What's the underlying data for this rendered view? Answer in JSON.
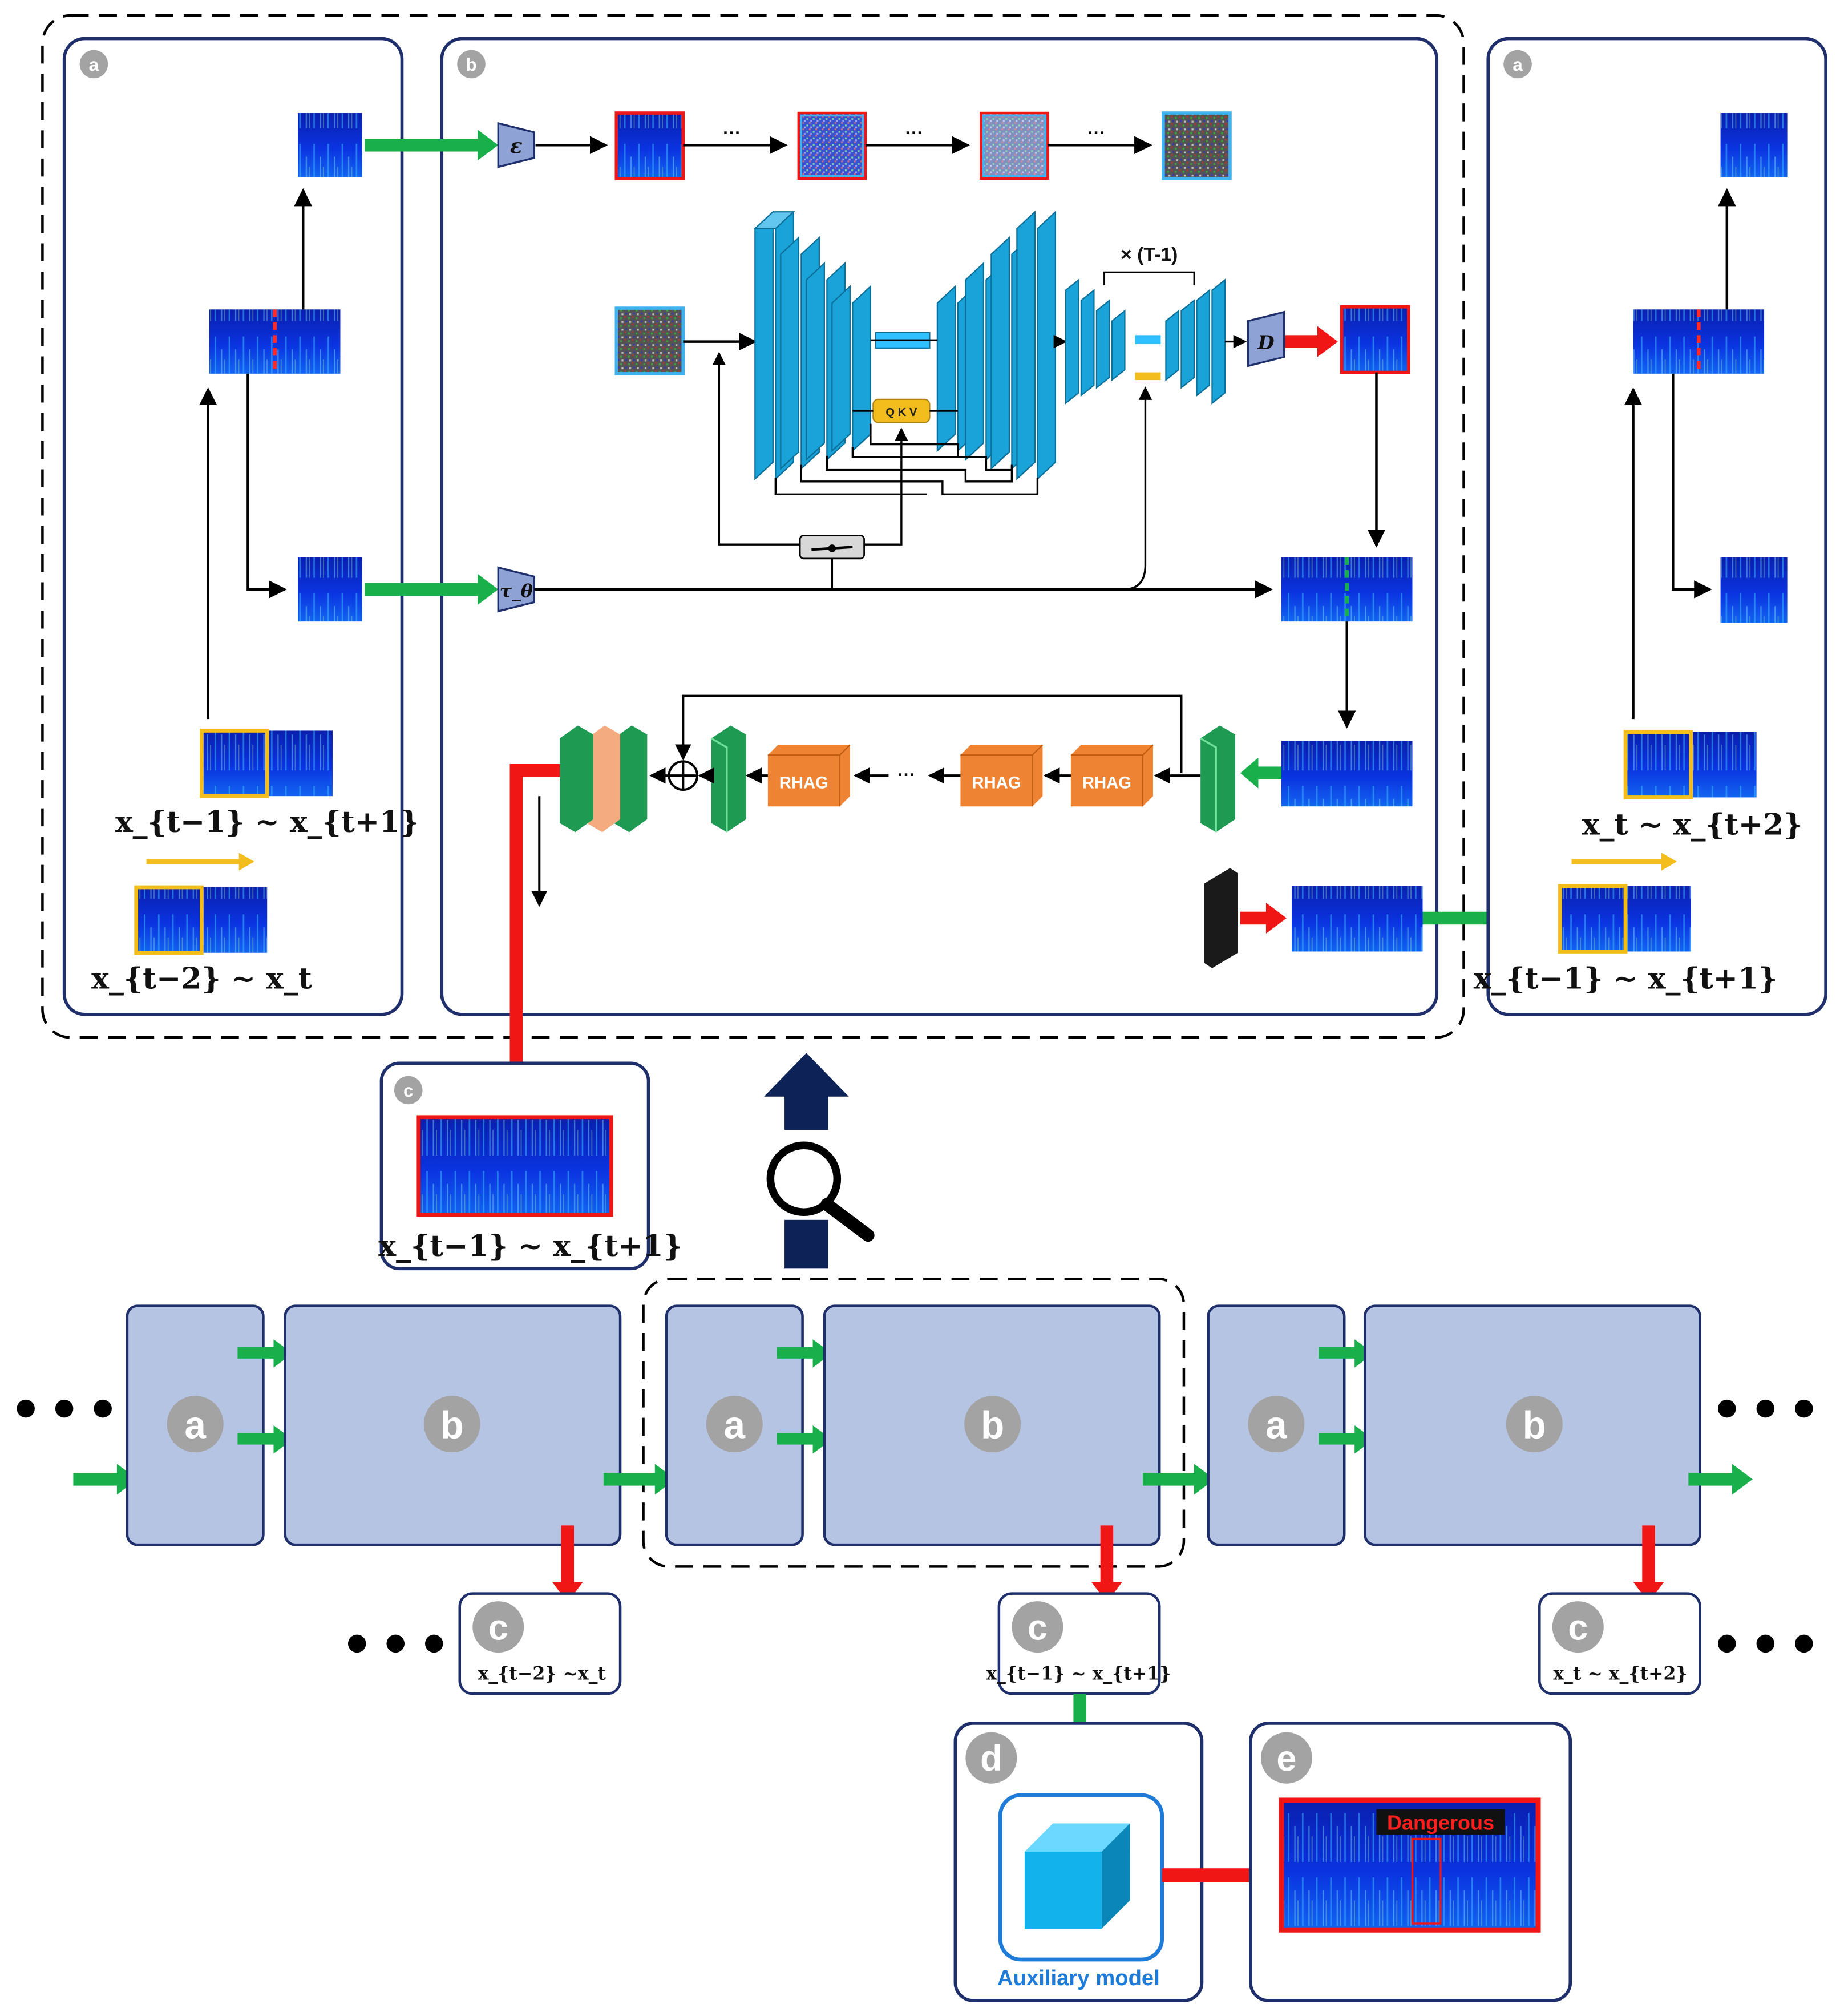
{
  "colors": {
    "panel_border": "#1f2f6b",
    "block_fill": "#b6c4e4",
    "badge_gray": "#a3a3a3",
    "arrow_green": "#19b04b",
    "arrow_red": "#f01616",
    "arrow_navy": "#0d2357",
    "unet_blue": "#1aa3d8",
    "rhag_orange": "#ee8433",
    "conv_green": "#1f9a52",
    "peach": "#f3ab7f",
    "attention_yellow": "#f2bd1d",
    "spectrogram_blue": "#0a2bd2"
  },
  "top": {
    "panel_a_left": {
      "badge": "a",
      "label_top": "x_{t−1} ~ x_{t+1}",
      "label_bottom": "x_{t−2} ~ x_t"
    },
    "panel_b": {
      "badge": "b",
      "encoder_symbol": "ε",
      "condition_symbol": "τ_θ",
      "decoder_symbol": "D",
      "repeat_label": "× (T-1)",
      "attention_label": "Q K V",
      "rhag_labels": [
        "RHAG",
        "RHAG",
        "RHAG"
      ],
      "ellipsis": "···"
    },
    "panel_a_right": {
      "badge": "a",
      "label_top": "x_t ~ x_{t+2}",
      "label_bottom": "x_{t−1} ~ x_{t+1}"
    }
  },
  "output_c": {
    "badge": "c",
    "label": "x_{t−1} ~ x_{t+1}"
  },
  "chain": {
    "groups": [
      {
        "a": "a",
        "b": "b",
        "c_badge": "c",
        "c_label": "x_{t−2} ~x_t"
      },
      {
        "a": "a",
        "b": "b",
        "c_badge": "c",
        "c_label": "x_{t−1} ~ x_{t+1}"
      },
      {
        "a": "a",
        "b": "b",
        "c_badge": "c",
        "c_label": "x_t ~ x_{t+2}"
      }
    ],
    "ellipsis": "●●●"
  },
  "panel_d": {
    "badge": "d",
    "title": "Auxiliary model"
  },
  "panel_e": {
    "badge": "e",
    "alert": "Dangerous"
  }
}
